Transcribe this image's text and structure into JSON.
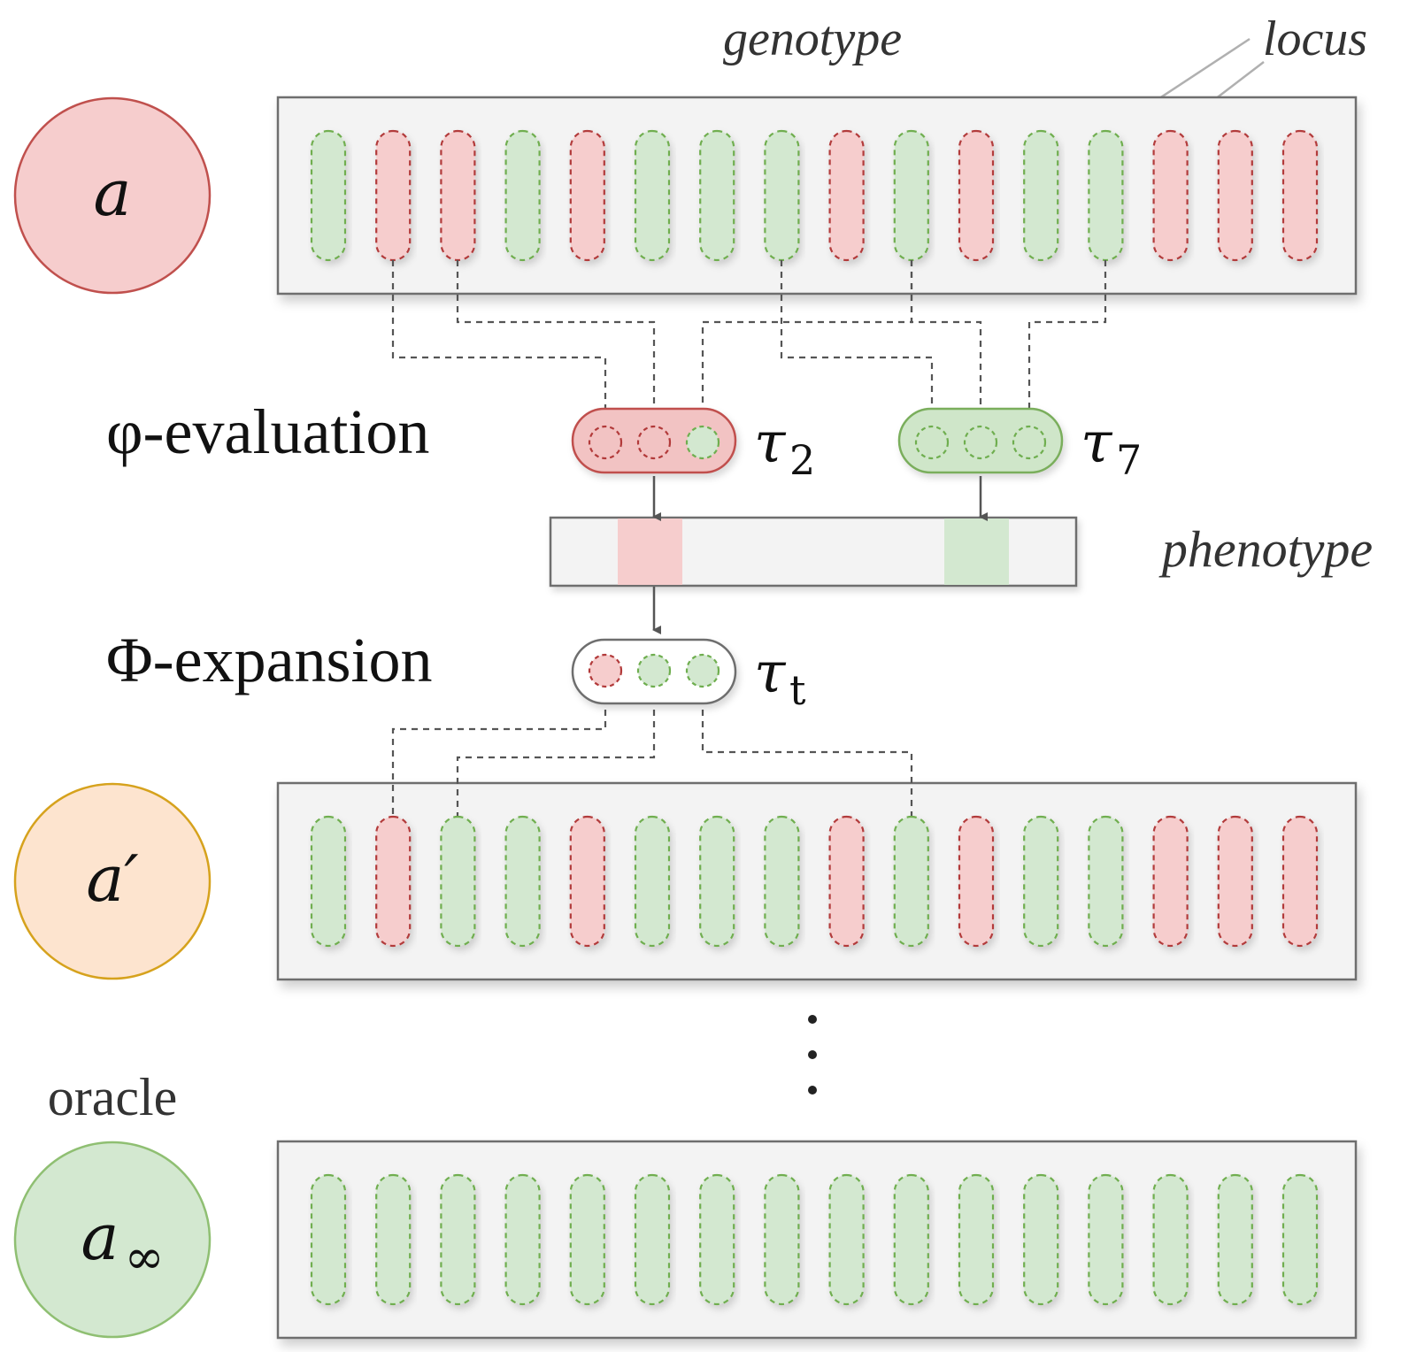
{
  "labels": {
    "genotype": "genotype",
    "locus": "locus",
    "phenotype": "phenotype",
    "phi_evaluation": "φ-evaluation",
    "Phi_expansion": "Φ-expansion",
    "oracle": "oracle",
    "vdots": "⋮"
  },
  "agents": [
    {
      "symbol": "a",
      "subscript": "",
      "fill": "#f6cdcd",
      "stroke": "#c0504d"
    },
    {
      "symbol": "a′",
      "subscript": "",
      "fill": "#fde4cf",
      "stroke": "#d6a21d"
    },
    {
      "symbol": "a",
      "subscript": "∞",
      "fill": "#d3e8d0",
      "stroke": "#8fbf72"
    }
  ],
  "genotypes": [
    [
      "g",
      "r",
      "r",
      "g",
      "r",
      "g",
      "g",
      "g",
      "r",
      "g",
      "r",
      "g",
      "g",
      "r",
      "r",
      "r"
    ],
    [
      "g",
      "r",
      "g",
      "g",
      "r",
      "g",
      "g",
      "g",
      "r",
      "g",
      "r",
      "g",
      "g",
      "r",
      "r",
      "r"
    ],
    [
      "g",
      "g",
      "g",
      "g",
      "g",
      "g",
      "g",
      "g",
      "g",
      "g",
      "g",
      "g",
      "g",
      "g",
      "g",
      "g"
    ]
  ],
  "operators": [
    {
      "symbol": "τ",
      "subscript": "2",
      "type": "r",
      "slots": [
        "r",
        "r",
        "g"
      ]
    },
    {
      "symbol": "τ",
      "subscript": "7",
      "type": "g",
      "slots": [
        "g",
        "g",
        "g"
      ]
    },
    {
      "symbol": "τ",
      "subscript": "t",
      "type": "n",
      "slots": [
        "r",
        "g",
        "g"
      ]
    }
  ],
  "phenotype_cells": [
    "r",
    "g"
  ],
  "colors": {
    "red_fill": "#f6cdcd",
    "red_stroke": "#b23a3a",
    "green_fill": "#d3e8d0",
    "green_stroke": "#6fae4f",
    "box_stroke": "#6e6e6e",
    "line": "#555555"
  }
}
